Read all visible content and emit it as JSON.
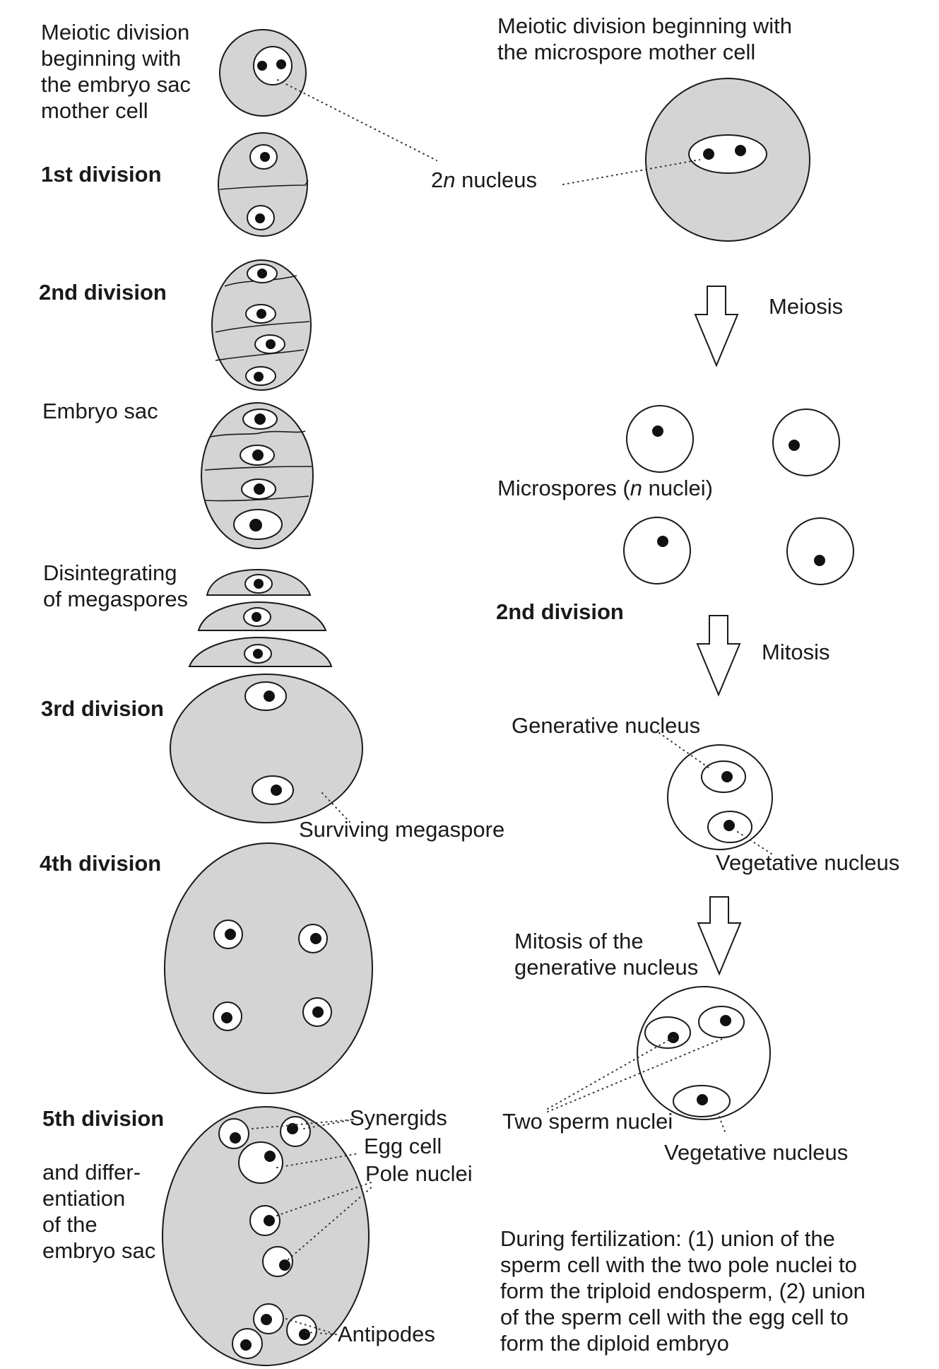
{
  "left": {
    "start_label": "Meiotic division\nbeginning with\nthe embryo sac\nmother cell",
    "first_division": "1st division",
    "second_division": "2nd division",
    "embryo_sac": "Embryo sac",
    "disintegrating": "Disintegrating\nof megaspores",
    "third_division": "3rd division",
    "surviving": "Surviving megaspore",
    "fourth_division": "4th division",
    "fifth_division": "5th division",
    "differentiation": "and differ-\nentiation\nof the\nembryo sac",
    "synergids": "Synergids",
    "egg_cell": "Egg cell",
    "pole_nuclei": "Pole nuclei",
    "antipodes": "Antipodes"
  },
  "center": {
    "nucleus_2n_italic": "2",
    "nucleus_2n_rest": "n",
    "nucleus_2n_word": " nucleus"
  },
  "right": {
    "start_label": "Meiotic division beginning with\nthe microspore mother cell",
    "meiosis": "Meiosis",
    "microspores_pre": "Microspores (",
    "microspores_n": "n",
    "microspores_post": " nuclei)",
    "second_division": "2nd division",
    "mitosis": "Mitosis",
    "generative_nucleus": "Generative nucleus",
    "vegetative_nucleus_1": "Vegetative nucleus",
    "mitosis_generative": "Mitosis of the\ngenerative nucleus",
    "two_sperm": "Two sperm nuclei",
    "vegetative_nucleus_2": "Vegetative nucleus",
    "fertilization": "During fertilization: (1) union of the\nsperm cell with the two pole nuclei to\nform the triploid endosperm, (2) union\nof the sperm cell with the egg cell to\nform the diploid embryo"
  }
}
